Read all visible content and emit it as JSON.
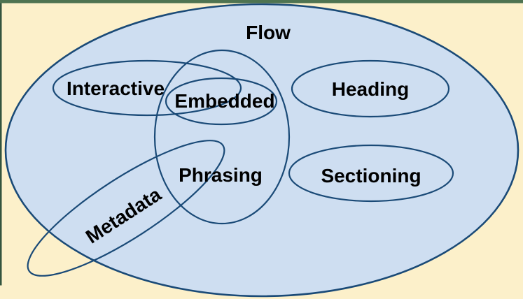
{
  "diagram": {
    "type": "venn",
    "title": "Flow",
    "labels": {
      "flow": "Flow",
      "interactive": "Interactive",
      "embedded": "Embedded",
      "heading": "Heading",
      "phrasing": "Phrasing",
      "sectioning": "Sectioning",
      "metadata": "Metadata"
    },
    "colors": {
      "background": "#FCF0CA",
      "flow_fill": "#CEDEF1",
      "outline_stroke": "#1A4A77",
      "top_border": "#4E7351",
      "left_border": "#33543E",
      "label_text": "#000000"
    }
  }
}
